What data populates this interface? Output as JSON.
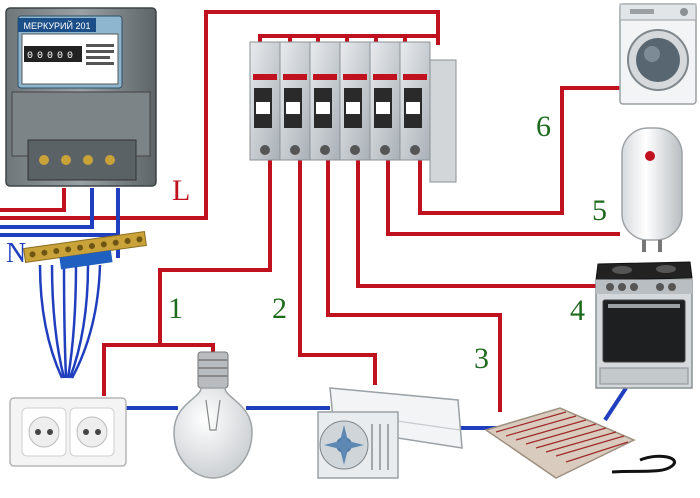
{
  "meter": {
    "brand": "МЕРКУРИЙ 201"
  },
  "labels": {
    "phase": "L",
    "neutral": "N",
    "circuits": [
      "1",
      "2",
      "3",
      "4",
      "5",
      "6"
    ]
  },
  "colors": {
    "phase_wire": "#c0121e",
    "neutral_wire": "#1f3fbf",
    "label_green": "#1d6b1d",
    "label_red": "#c0121e",
    "label_blue": "#1f3fbf"
  },
  "icons": [
    "electricity-meter-icon",
    "circuit-breaker-icon",
    "neutral-busbar-icon",
    "power-outlet-icon",
    "light-bulb-icon",
    "air-conditioner-icon",
    "floor-heating-mat-icon",
    "electric-stove-icon",
    "water-heater-icon",
    "washing-machine-icon"
  ]
}
